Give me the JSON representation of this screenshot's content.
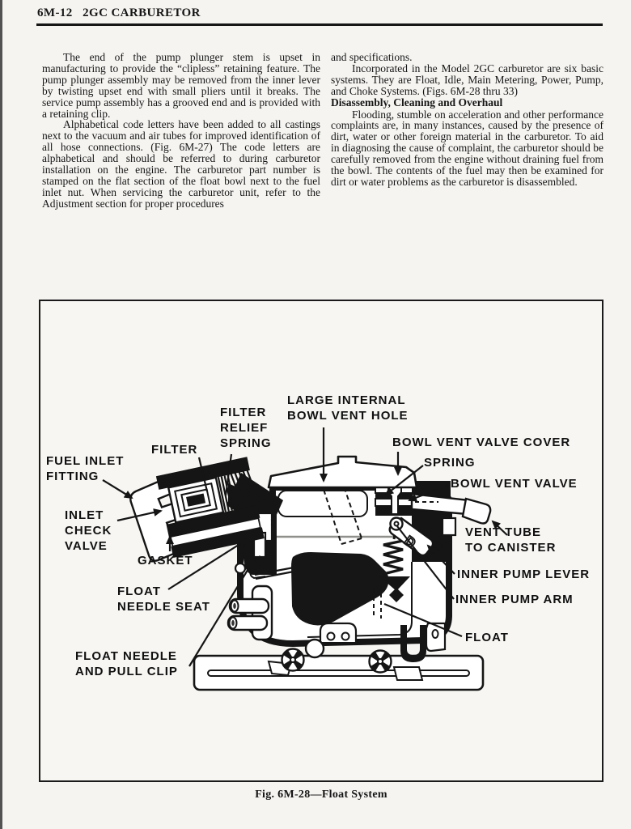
{
  "page": {
    "header": "6M-12   2GC CARBURETOR"
  },
  "columns": {
    "left": {
      "p1": "The end of the pump plunger stem is upset in manufacturing to provide the “clipless” retaining feature. The pump plunger assembly may be removed from the inner lever by twisting upset end with small pliers until it breaks. The service pump assembly has a grooved end and is provided with a retaining clip.",
      "p2": "Alphabetical code letters have been added to all castings next to the vacuum and air tubes for improved identification of all hose connections. (Fig. 6M-27) The code letters are alphabetical and should be referred to during carburetor installation on the engine. The carburetor part number is stamped on the flat section of the float bowl next to the fuel inlet nut. When servicing the carburetor unit, refer to the Adjustment section for proper procedures"
    },
    "right": {
      "cont": "and specifications.",
      "para1": "Incorporated in the Model 2GC carburetor are six basic systems. They are Float, Idle, Main Metering, Power, Pump, and Choke Systems. (Figs. 6M-28 thru 33)",
      "heading": "Disassembly, Cleaning and Overhaul",
      "para2": "Flooding, stumble on acceleration and other performance complaints are, in many instances, caused by the presence of dirt, water or other foreign material in the carburetor. To aid in diagnosing the cause of complaint, the carburetor should be carefully removed from the engine without draining fuel from the bowl. The contents of the fuel may then be examined for dirt or water problems as the carburetor is disassembled."
    }
  },
  "figure": {
    "caption": "Fig. 6M-28—Float System",
    "labels": {
      "fuel_inlet_fitting": "FUEL INLET\nFITTING",
      "filter": "FILTER",
      "filter_relief_spring": "FILTER\nRELIEF\nSPRING",
      "large_internal_bowl_vent_hole": "LARGE INTERNAL\nBOWL VENT HOLE",
      "bowl_vent_valve_cover": "BOWL VENT VALVE COVER",
      "spring": "SPRING",
      "bowl_vent_valve": "BOWL VENT VALVE",
      "inlet_check_valve": "INLET\nCHECK\nVALVE",
      "vent_tube_to_canister": "VENT TUBE\nTO CANISTER",
      "gasket": "GASKET",
      "inner_pump_lever": "INNER PUMP LEVER",
      "float_needle_seat": "FLOAT\nNEEDLE SEAT",
      "inner_pump_arm": "INNER PUMP ARM",
      "float": "FLOAT",
      "float_needle_and_pull_clip": "FLOAT NEEDLE\nAND PULL CLIP"
    }
  }
}
